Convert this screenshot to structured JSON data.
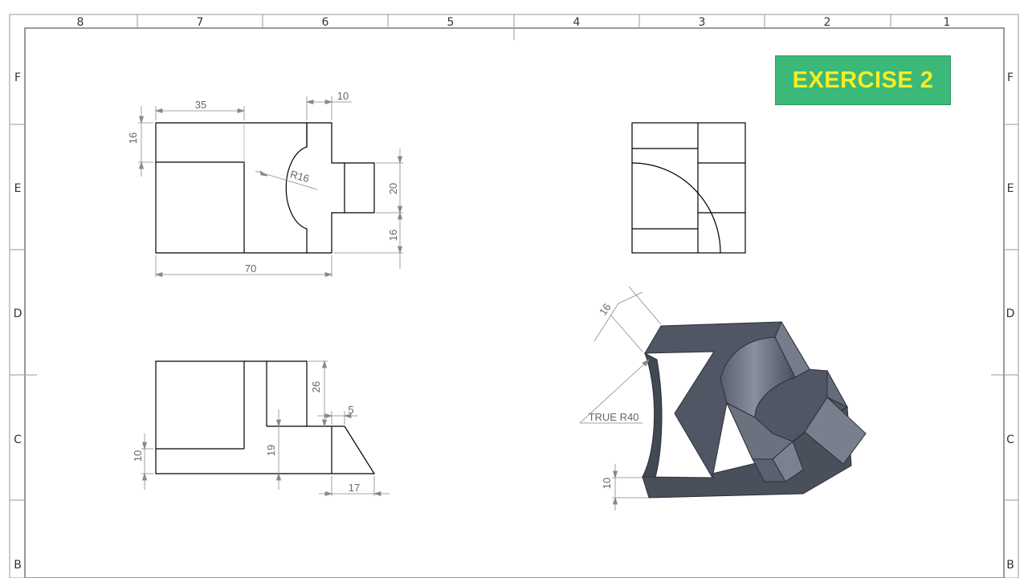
{
  "sheet": {
    "zones_top": [
      "8",
      "7",
      "6",
      "5",
      "4",
      "3",
      "2",
      "1"
    ],
    "zones_side": [
      "F",
      "E",
      "D",
      "C",
      "B"
    ]
  },
  "badge": {
    "label": "EXERCISE 2",
    "bg_color": "#3cb878",
    "text_color": "#f6ee23"
  },
  "dims": {
    "front_35": "35",
    "front_10": "10",
    "front_16_left": "16",
    "front_r16": "R16",
    "front_20": "20",
    "front_16_right": "16",
    "front_70": "70",
    "side_26": "26",
    "side_5": "5",
    "side_19": "19",
    "side_10": "10",
    "side_17": "17",
    "iso_16": "16",
    "iso_true_r40": "TRUE R40",
    "iso_10": "10"
  },
  "colors": {
    "line": "#000000",
    "dimension": "#777777",
    "solid_dark": "#4e5361",
    "solid_light": "#747988"
  }
}
